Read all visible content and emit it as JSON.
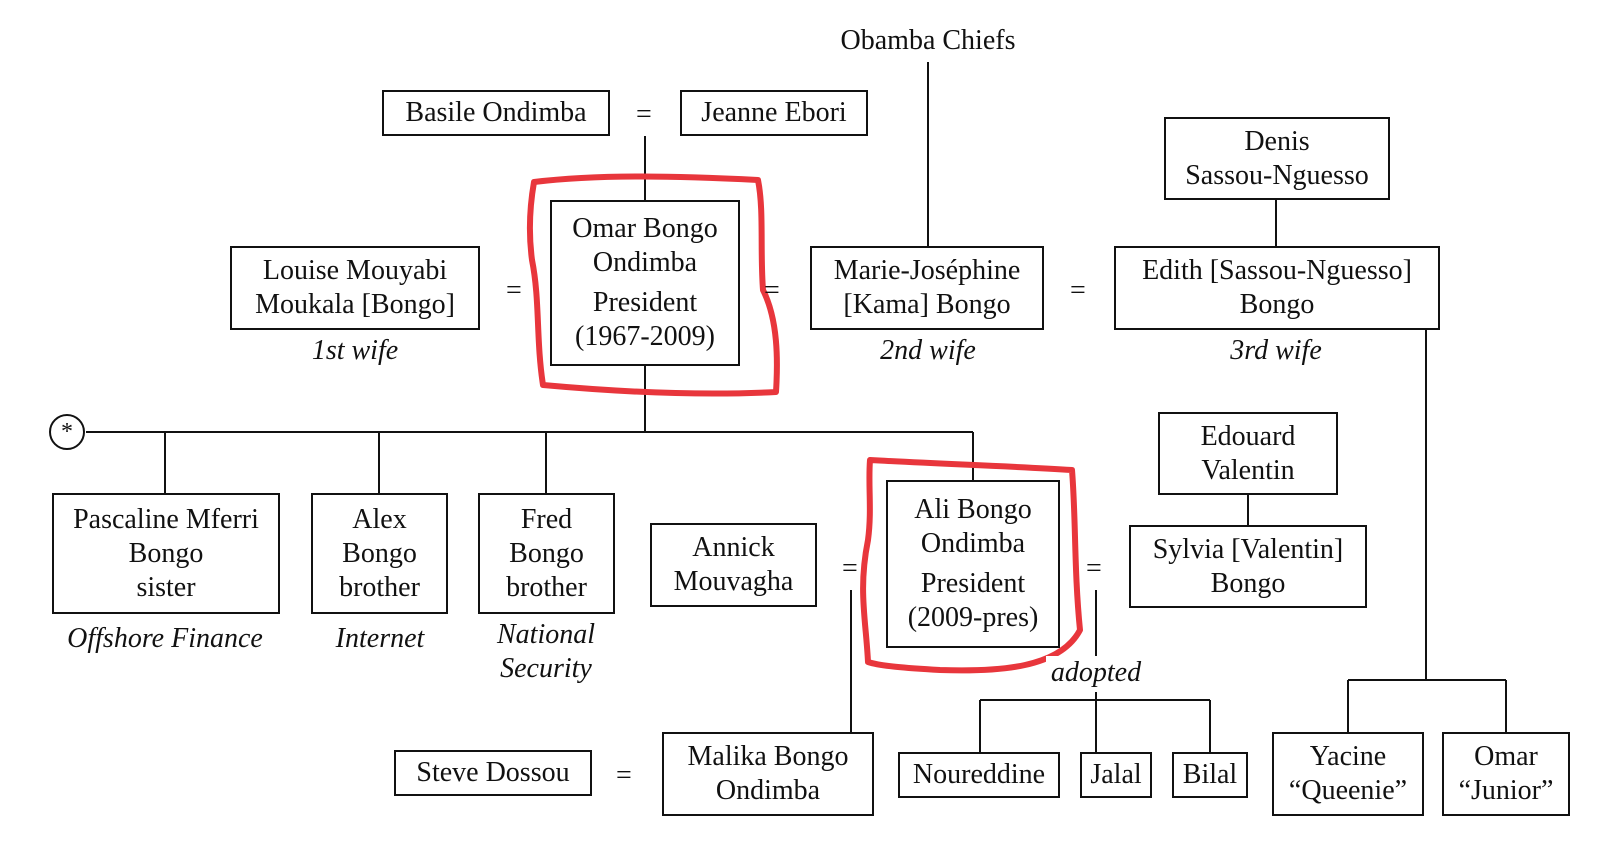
{
  "root_label": "Obamba Chiefs",
  "equals_sign": "=",
  "asterisk": "*",
  "adopted_label": "adopted",
  "people": {
    "basile": "Basile Ondimba",
    "jeanne": "Jeanne Ebori",
    "denis": [
      "Denis",
      "Sassou-Nguesso"
    ],
    "louise": [
      "Louise Mouyabi",
      "Moukala [Bongo]"
    ],
    "omar": [
      "Omar Bongo",
      "Ondimba",
      "President",
      "(1967-2009)"
    ],
    "marie": [
      "Marie-Joséphine",
      "[Kama] Bongo"
    ],
    "edith": [
      "Edith [Sassou-Nguesso]",
      "Bongo"
    ],
    "pascaline": [
      "Pascaline Mferri",
      "Bongo",
      "sister"
    ],
    "alex": [
      "Alex",
      "Bongo",
      "brother"
    ],
    "fred": [
      "Fred",
      "Bongo",
      "brother"
    ],
    "annick": [
      "Annick",
      "Mouvagha"
    ],
    "ali": [
      "Ali Bongo",
      "Ondimba",
      "President",
      "(2009-pres)"
    ],
    "edouard": [
      "Edouard",
      "Valentin"
    ],
    "sylvia": [
      "Sylvia [Valentin]",
      "Bongo"
    ],
    "steve": "Steve Dossou",
    "malika": [
      "Malika Bongo",
      "Ondimba"
    ],
    "noureddine": "Noureddine",
    "jalal": "Jalal",
    "bilal": "Bilal",
    "yacine": [
      "Yacine",
      "“Queenie”"
    ],
    "omar_jr": [
      "Omar",
      "“Junior”"
    ]
  },
  "captions": {
    "louise": "1st wife",
    "marie": "2nd wife",
    "edith": "3rd wife",
    "pascaline": "Offshore Finance",
    "alex": "Internet",
    "fred": [
      "National",
      "Security"
    ]
  },
  "highlight_color": "#e8363c",
  "line_color": "#111111"
}
